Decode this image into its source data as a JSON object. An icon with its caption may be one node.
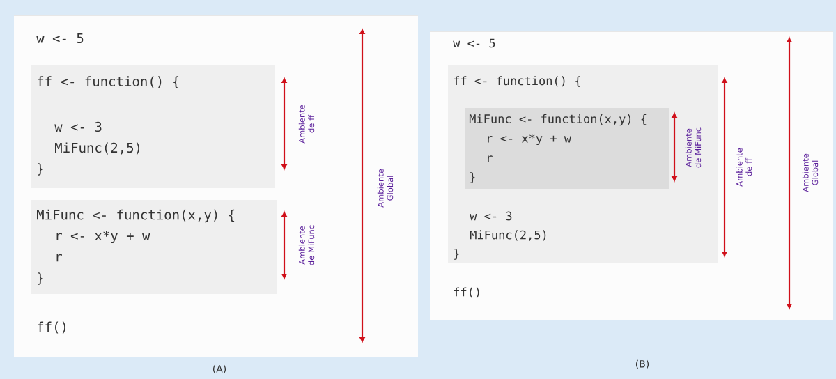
{
  "diagram": {
    "nodes": [
      {
        "text": [
          "w <- 5",
          "ff()"
        ],
        "beside": [
          "(A)"
        ]
      },
      {
        "text": [
          "ff <- function() {",
          "w <- 3",
          "MiFunc(2,5)",
          "}"
        ],
        "in": 0
      },
      {
        "text": [
          "MiFunc <- function(x,y) {",
          "r <- x*y + w",
          "r",
          "}"
        ],
        "in": 0
      },
      {
        "text": [
          "w <- 5",
          "ff()"
        ],
        "beside": [
          "(B)"
        ]
      },
      {
        "text": [
          "ff <- function() {",
          "w <- 3",
          "MiFunc(2,5)",
          "}"
        ],
        "in": 3
      },
      {
        "text": [
          "MiFunc <- function(x,y) {",
          "r <- x*y + w",
          "r",
          "}"
        ],
        "in": 4
      }
    ],
    "labels": [
      "Ambiente de ff",
      "Ambiente de MiFunc",
      "Ambiente Global",
      "Ambiente de MiFunc",
      "Ambiente de ff",
      "Ambiente Global"
    ]
  }
}
